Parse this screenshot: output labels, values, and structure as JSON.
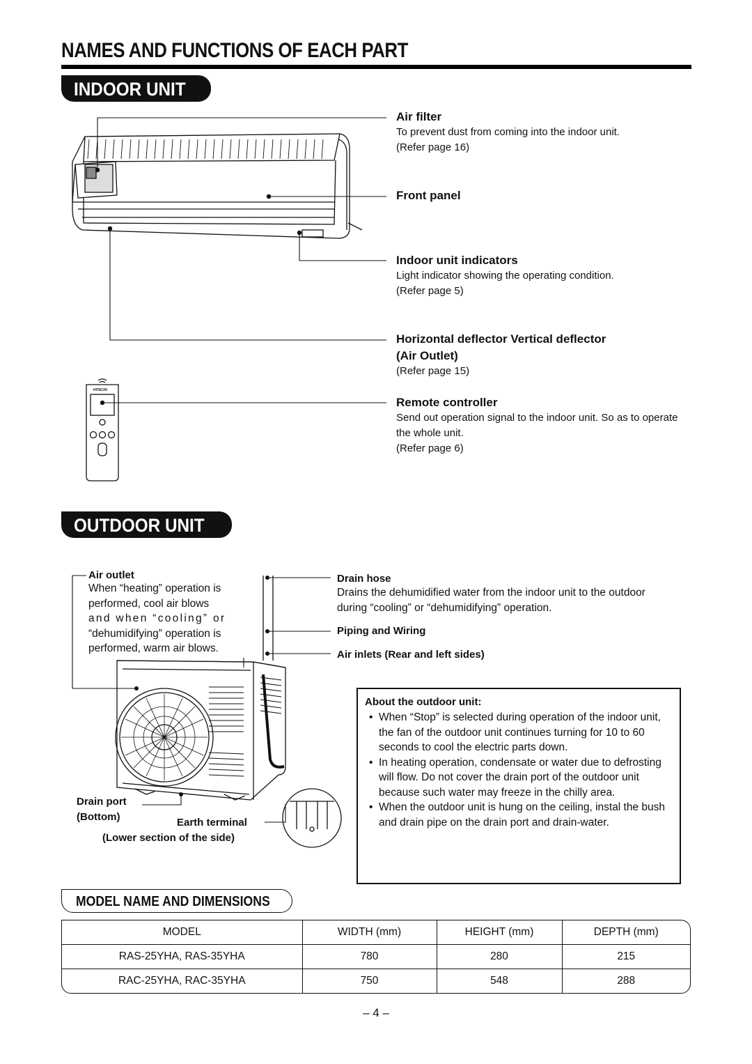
{
  "page": {
    "title": "NAMES AND FUNCTIONS OF EACH PART",
    "page_number": "– 4 –"
  },
  "indoor": {
    "heading": "INDOOR UNIT",
    "remote_brand": "HITACHI",
    "parts": [
      {
        "name": "Air filter",
        "desc": "To prevent dust from coming into the indoor unit.",
        "ref": "(Refer page 16)"
      },
      {
        "name": "Front panel",
        "desc": "",
        "ref": ""
      },
      {
        "name": "Indoor unit indicators",
        "desc": "Light indicator showing the operating condition.",
        "ref": "(Refer page 5)"
      },
      {
        "name": "Horizontal deflector Vertical deflector",
        "name2": "(Air Outlet)",
        "desc": "",
        "ref": "(Refer page 15)"
      },
      {
        "name": "Remote controller",
        "desc": "Send out operation signal to the indoor unit. So as to operate the whole unit.",
        "ref": "(Refer page 6)"
      }
    ]
  },
  "outdoor": {
    "heading": "OUTDOOR UNIT",
    "air_outlet": {
      "name": "Air outlet",
      "lines": [
        "When “heating” operation is",
        "performed, cool air blows",
        "and when “cooling” or",
        "“dehumidifying” operation is",
        "performed, warm air blows."
      ]
    },
    "drain_hose": {
      "name": "Drain hose",
      "desc": "Drains the dehumidified water from the indoor unit to the outdoor during “cooling” or “dehumidifying” operation."
    },
    "piping": "Piping and Wiring",
    "air_inlets": "Air inlets (Rear and left sides)",
    "drain_port": "Drain port",
    "drain_port_sub": "(Bottom)",
    "earth_terminal": "Earth terminal",
    "earth_terminal_sub": "(Lower section of the side)",
    "about": {
      "title": "About the outdoor unit:",
      "bullets": [
        "When “Stop” is selected during operation of the indoor unit, the fan of the outdoor unit continues turning for 10 to 60 seconds to cool the electric parts down.",
        "In heating operation, condensate or water due to defrosting will flow. Do not cover the drain port of the outdoor unit because such water may freeze in the chilly area.",
        "When the outdoor unit is hung on the ceiling, instal the bush and drain pipe on the drain port and drain-water."
      ]
    }
  },
  "dimensions": {
    "heading": "MODEL NAME AND DIMENSIONS",
    "columns": [
      "MODEL",
      "WIDTH (mm)",
      "HEIGHT (mm)",
      "DEPTH (mm)"
    ],
    "rows": [
      [
        "RAS-25YHA, RAS-35YHA",
        "780",
        "280",
        "215"
      ],
      [
        "RAC-25YHA, RAC-35YHA",
        "750",
        "548",
        "288"
      ]
    ]
  }
}
